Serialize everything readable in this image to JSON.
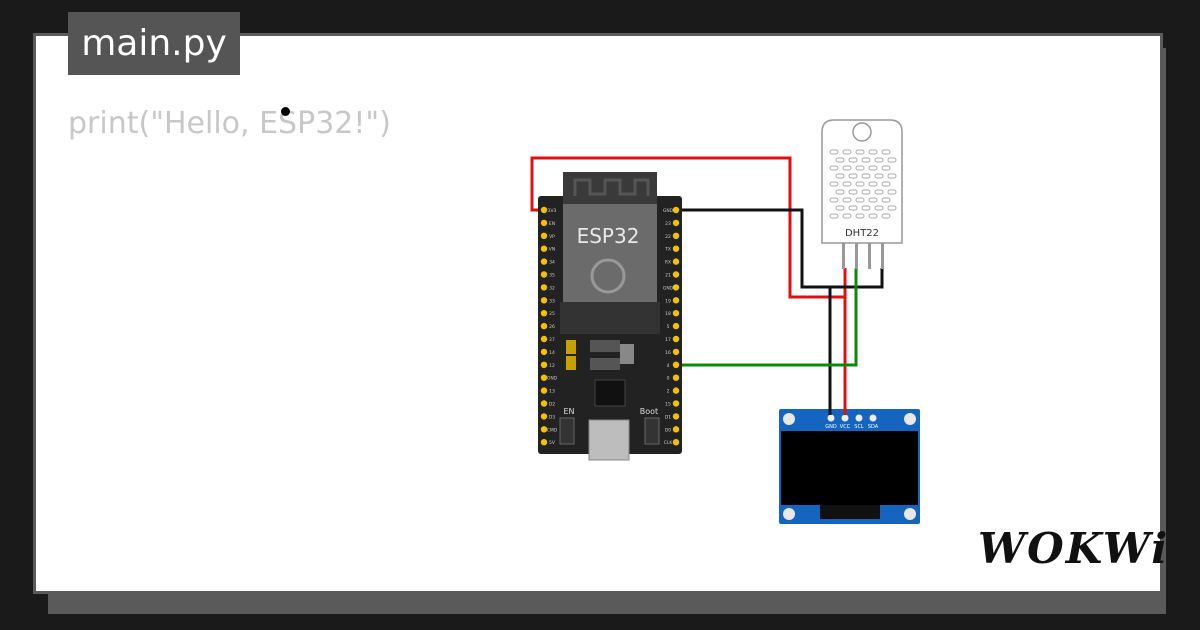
{
  "editor": {
    "tab_label": "main.py",
    "code_line": "print(\"Hello, ESP32!\")"
  },
  "esp32": {
    "chip_label": "ESP32",
    "button_en": "EN",
    "button_boot": "Boot",
    "left_pins": [
      "3V3",
      "EN",
      "VP",
      "VN",
      "34",
      "35",
      "32",
      "33",
      "25",
      "26",
      "27",
      "14",
      "12",
      "GND",
      "13",
      "D2",
      "D3",
      "CMD",
      "5V"
    ],
    "right_pins": [
      "GND",
      "23",
      "22",
      "TX",
      "RX",
      "21",
      "GND",
      "19",
      "18",
      "5",
      "17",
      "16",
      "4",
      "0",
      "2",
      "15",
      "D1",
      "D0",
      "CLK"
    ]
  },
  "dht22": {
    "label": "DHT22"
  },
  "oled": {
    "pin_labels": [
      "GND",
      "VCC",
      "SCL",
      "SDA"
    ]
  },
  "brand": {
    "logo_text": "WOKWi"
  },
  "colors": {
    "board": "#222222",
    "wire_red": "#e01010",
    "wire_black": "#111111",
    "wire_green": "#0a8a0a",
    "oled_pcb": "#1565c0",
    "pin_gold": "#f2c200"
  }
}
